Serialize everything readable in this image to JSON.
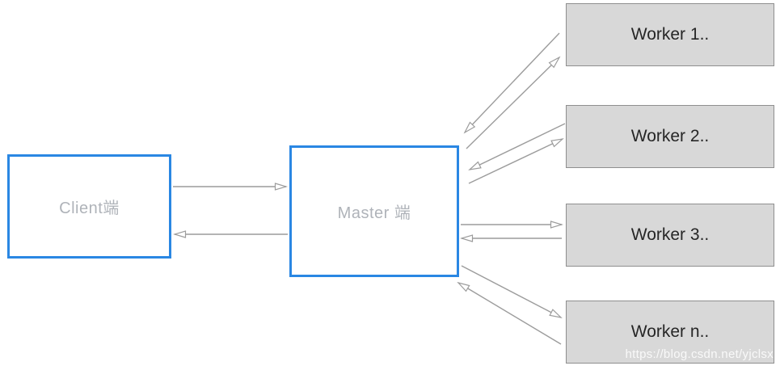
{
  "diagram": {
    "nodes": {
      "client": {
        "label": "Client端"
      },
      "master": {
        "label": "Master 端"
      },
      "workers": [
        {
          "label": "Worker 1.."
        },
        {
          "label": "Worker 2.."
        },
        {
          "label": "Worker 3.."
        },
        {
          "label": "Worker n.."
        }
      ]
    },
    "edges": [
      {
        "from": "client",
        "to": "master"
      },
      {
        "from": "master",
        "to": "client"
      },
      {
        "from": "master",
        "to": "worker-1"
      },
      {
        "from": "worker-1",
        "to": "master"
      },
      {
        "from": "master",
        "to": "worker-2"
      },
      {
        "from": "worker-2",
        "to": "master"
      },
      {
        "from": "master",
        "to": "worker-3"
      },
      {
        "from": "worker-3",
        "to": "master"
      },
      {
        "from": "master",
        "to": "worker-n"
      },
      {
        "from": "worker-n",
        "to": "master"
      }
    ],
    "colors": {
      "accent_blue": "#2A87E3",
      "worker_fill": "#D8D8D8",
      "worker_border": "#8F8F8F",
      "arrow_gray": "#9C9C9C",
      "blue_node_label": "#AFB3B9",
      "worker_label": "#262626"
    },
    "watermark": "https://blog.csdn.net/yjclsx"
  }
}
